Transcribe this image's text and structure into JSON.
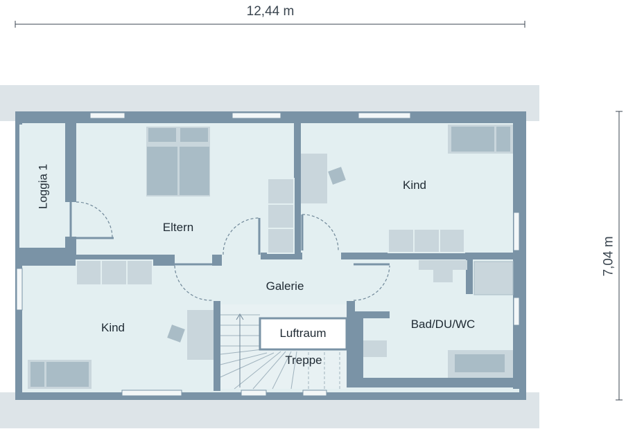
{
  "dimensions": {
    "width": "12,44 m",
    "height": "7,04 m"
  },
  "rooms": {
    "loggia": "Loggia 1",
    "eltern": "Eltern",
    "kind_top": "Kind",
    "galerie": "Galerie",
    "kind_bottom": "Kind",
    "luftraum": "Luftraum",
    "treppe": "Treppe",
    "bad": "Bad/DU/WC"
  },
  "colors": {
    "wall": "#7a93a6",
    "floor": "#e3eff1",
    "roof": "#dde4e8",
    "furniture": "#c9d6dc",
    "furniture_dark": "#a9bcc6",
    "door_arc": "#6f8798"
  }
}
